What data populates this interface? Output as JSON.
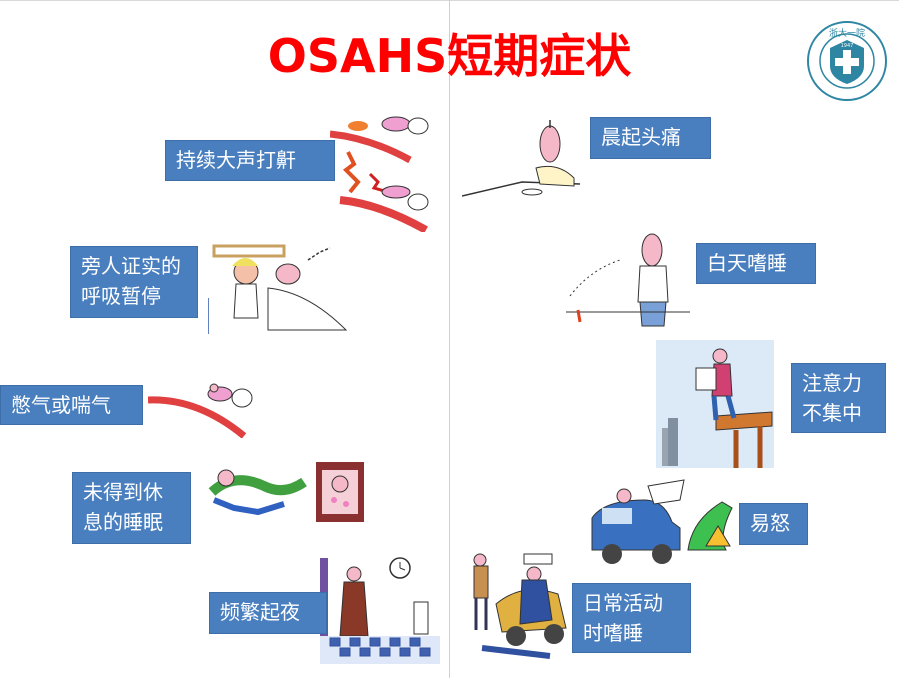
{
  "title": "OSAHS短期症状",
  "logo": {
    "icon": "hospital-seal-icon",
    "top_text": "浙大一院",
    "year": "1947"
  },
  "symptoms": {
    "snoring": "持续大声打鼾",
    "apnea_line1": "旁人证实的",
    "apnea_line2": "呼吸暂停",
    "choking": "憋气或喘气",
    "unrefreshing_line1": "未得到休",
    "unrefreshing_line2": "息的睡眠",
    "nocturia": "频繁起夜",
    "headache": "晨起头痛",
    "daytime_sleepiness": "白天嗜睡",
    "concentration_line1": "注意力",
    "concentration_line2": "不集中",
    "irritability": "易怒",
    "activity_sleep_line1": "日常活动",
    "activity_sleep_line2": "时嗜睡"
  },
  "colors": {
    "title": "#ff0000",
    "label_bg": "#4a7fbf",
    "logo": "#2e86a3"
  }
}
